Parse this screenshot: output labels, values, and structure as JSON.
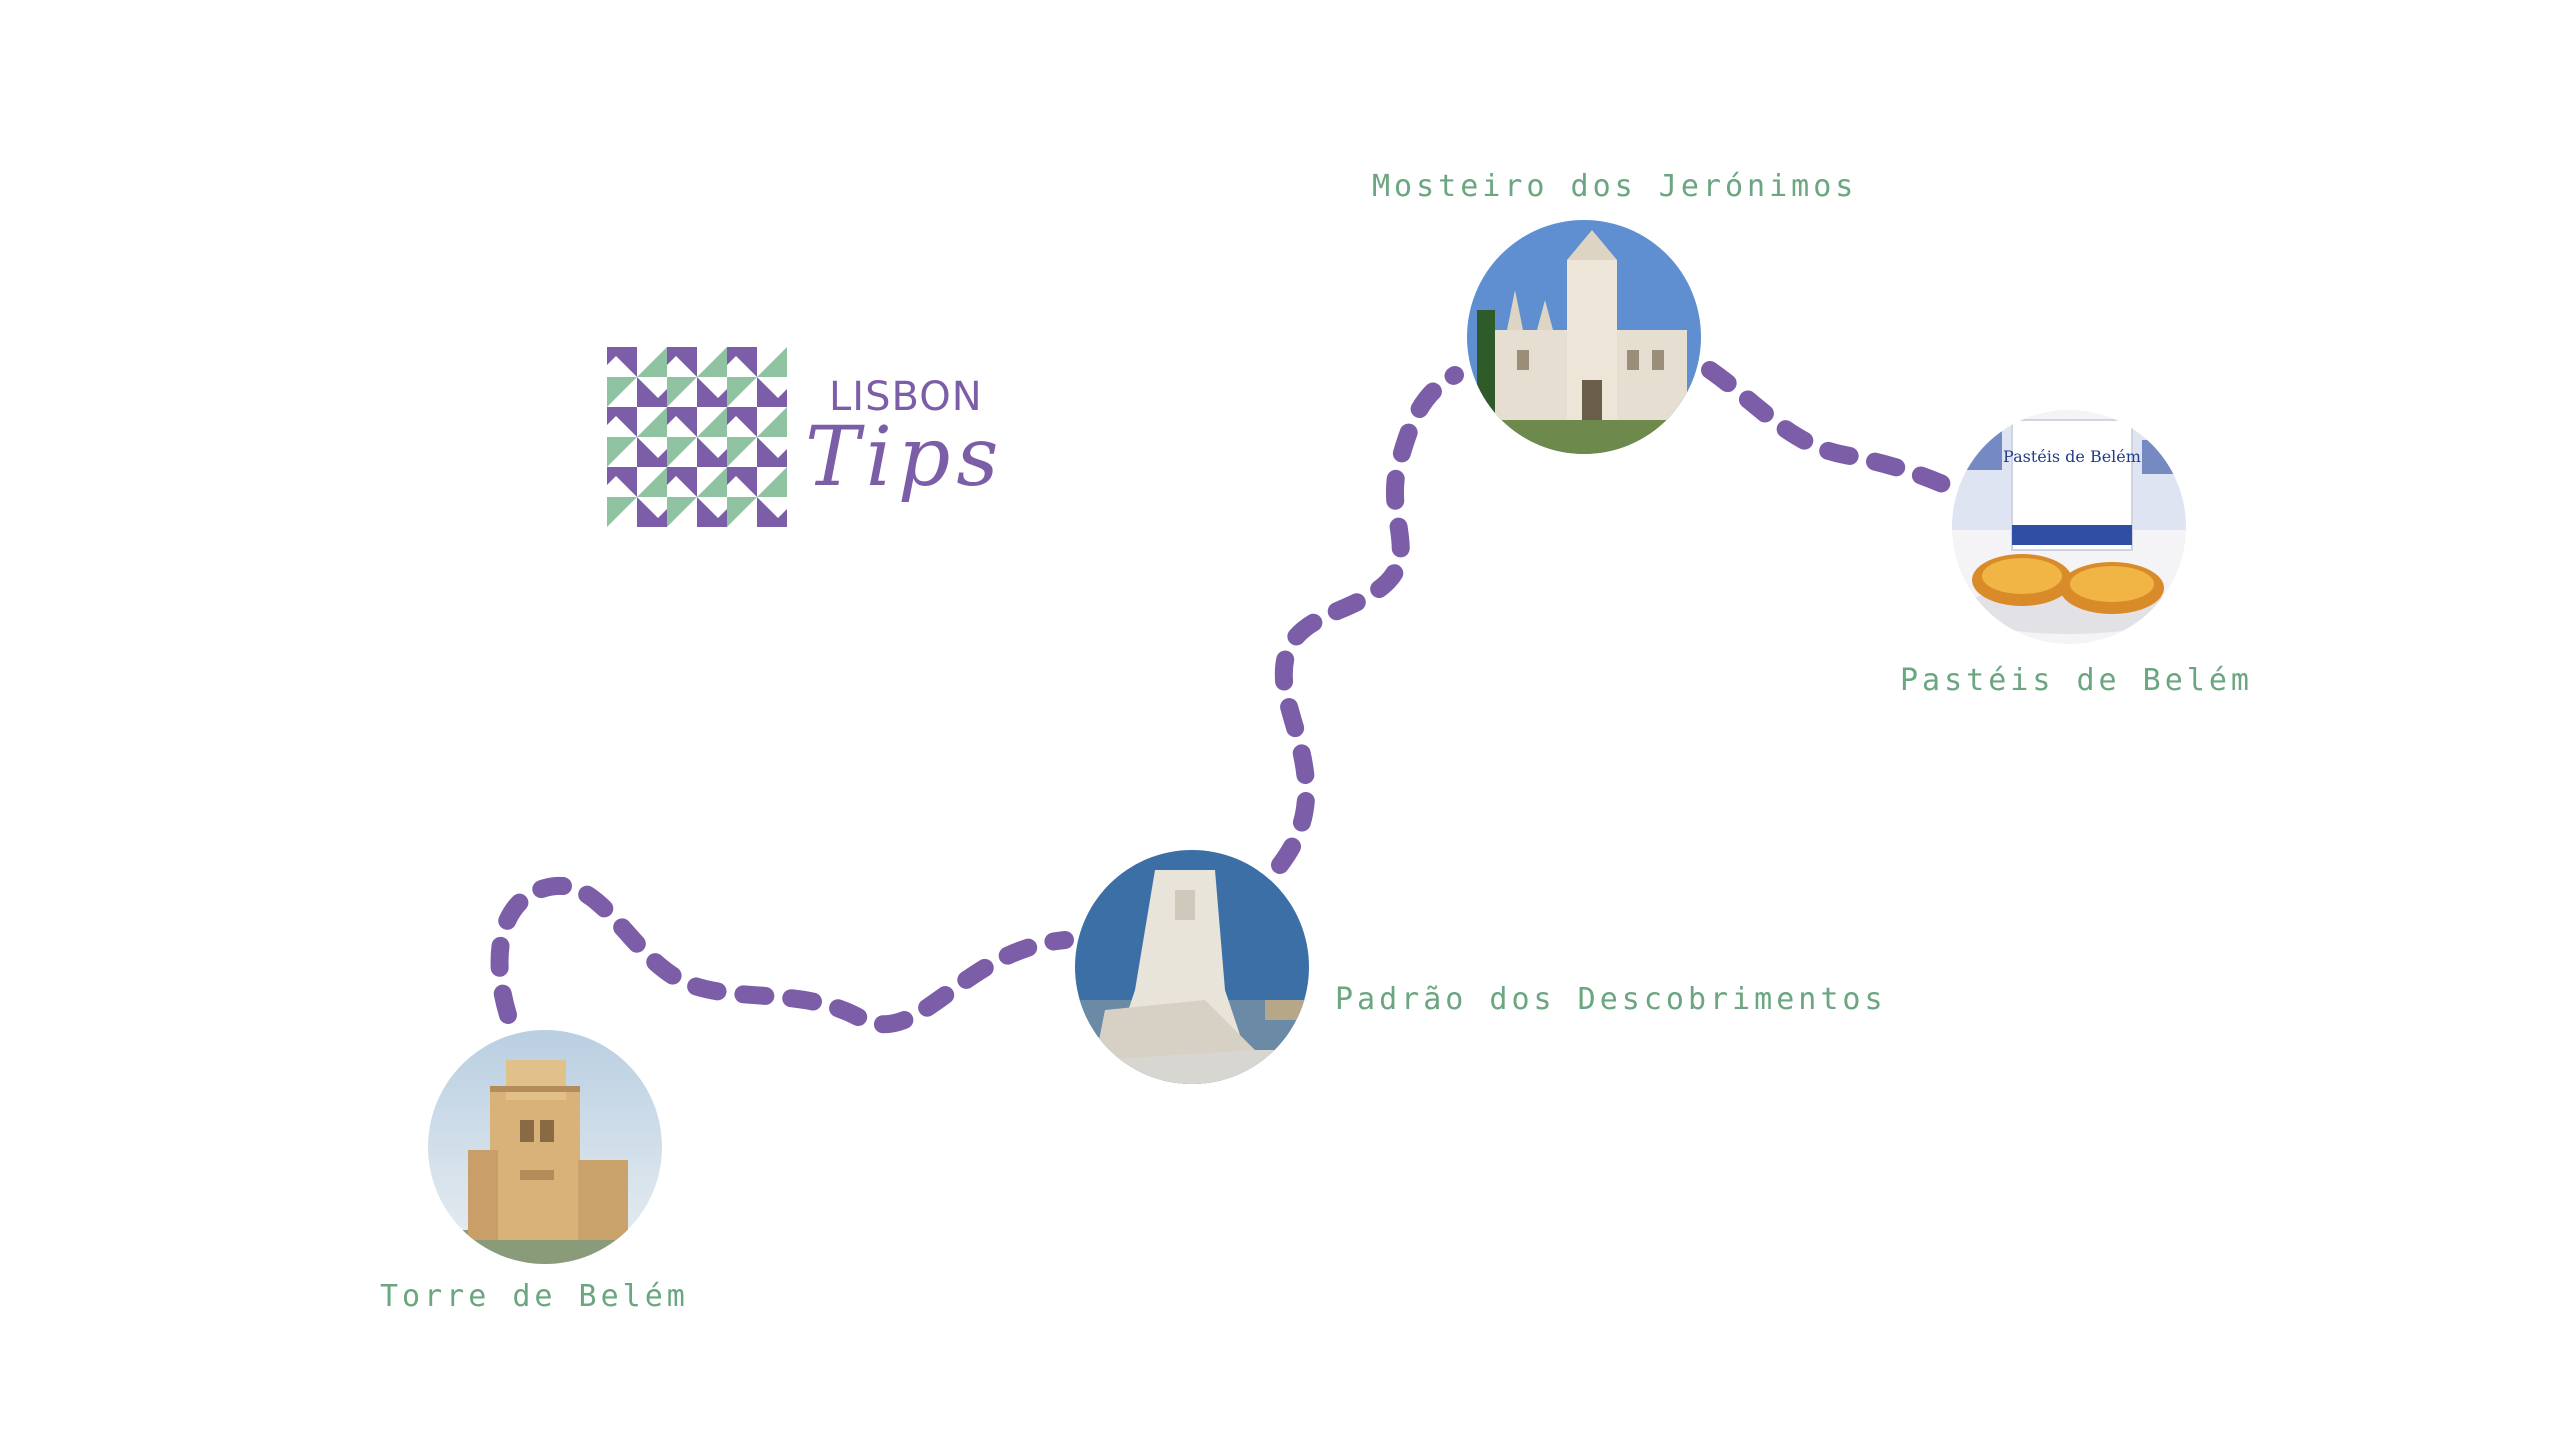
{
  "brand": {
    "line1": "LISBON",
    "line2": "Tips",
    "purple": "#7b5ea7",
    "green": "#8fc2a0"
  },
  "route_color": "#7b5ea7",
  "label_color": "#6aa67f",
  "stops": [
    {
      "id": "torre",
      "label": "Torre de Belém",
      "icon": "torre-de-belem-photo"
    },
    {
      "id": "padrao",
      "label": "Padrão dos Descobrimentos",
      "icon": "padrao-dos-descobrimentos-photo"
    },
    {
      "id": "mosteiro",
      "label": "Mosteiro dos Jerónimos",
      "icon": "mosteiro-dos-jeronimos-photo"
    },
    {
      "id": "pasteis",
      "label": "Pastéis de Belém",
      "icon": "pasteis-de-belem-photo"
    }
  ],
  "pasteis_box_text": "Pastéis de Belém"
}
